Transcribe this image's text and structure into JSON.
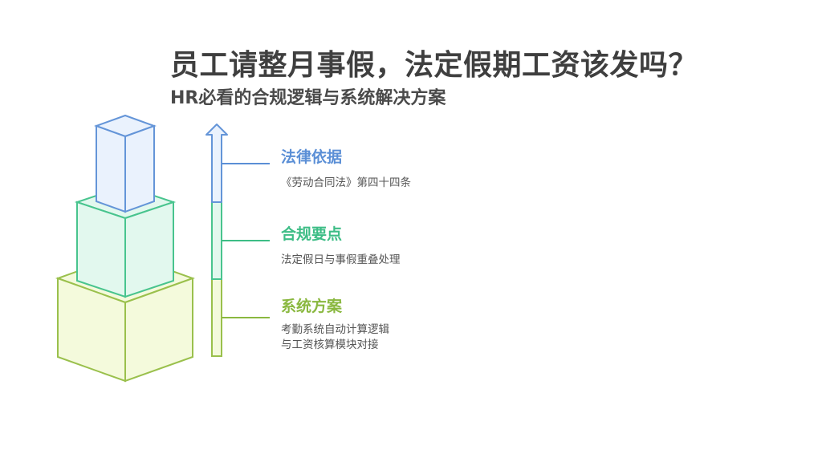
{
  "header": {
    "title": "员工请整月事假，法定假期工资该发吗？",
    "subtitle": "HR必看的合规逻辑与系统解决方案"
  },
  "sections": [
    {
      "title": "法律依据",
      "desc_lines": [
        "《劳动合同法》第四十四条"
      ],
      "color": "#5b8fd6"
    },
    {
      "title": "合规要点",
      "desc_lines": [
        "法定假日与事假重叠处理"
      ],
      "color": "#3dbd86"
    },
    {
      "title": "系统方案",
      "desc_lines": [
        "考勤系统自动计算逻辑",
        "与工资核算模块对接"
      ],
      "color": "#8ab840"
    }
  ]
}
